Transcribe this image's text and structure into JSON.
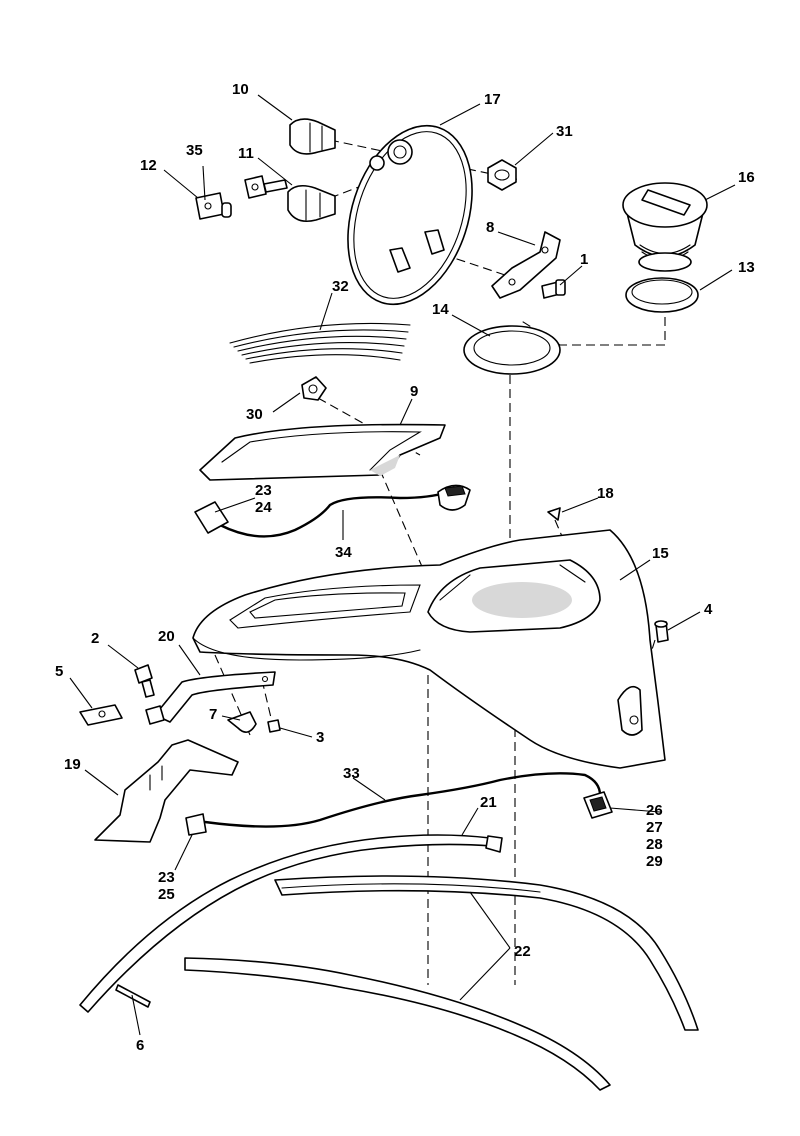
{
  "callouts": {
    "c1": "1",
    "c2": "2",
    "c3": "3",
    "c4": "4",
    "c5": "5",
    "c6": "6",
    "c7": "7",
    "c8": "8",
    "c9": "9",
    "c10": "10",
    "c11": "11",
    "c12": "12",
    "c13": "13",
    "c14": "14",
    "c15": "15",
    "c16": "16",
    "c17": "17",
    "c18": "18",
    "c19": "19",
    "c20": "20",
    "c21": "21",
    "c22": "22",
    "c23a": "23",
    "c24": "24",
    "c23b": "23",
    "c25": "25",
    "c26": "26",
    "c27": "27",
    "c28": "28",
    "c29": "29",
    "c30": "30",
    "c31": "31",
    "c32": "32",
    "c33": "33",
    "c34": "34",
    "c35": "35"
  }
}
